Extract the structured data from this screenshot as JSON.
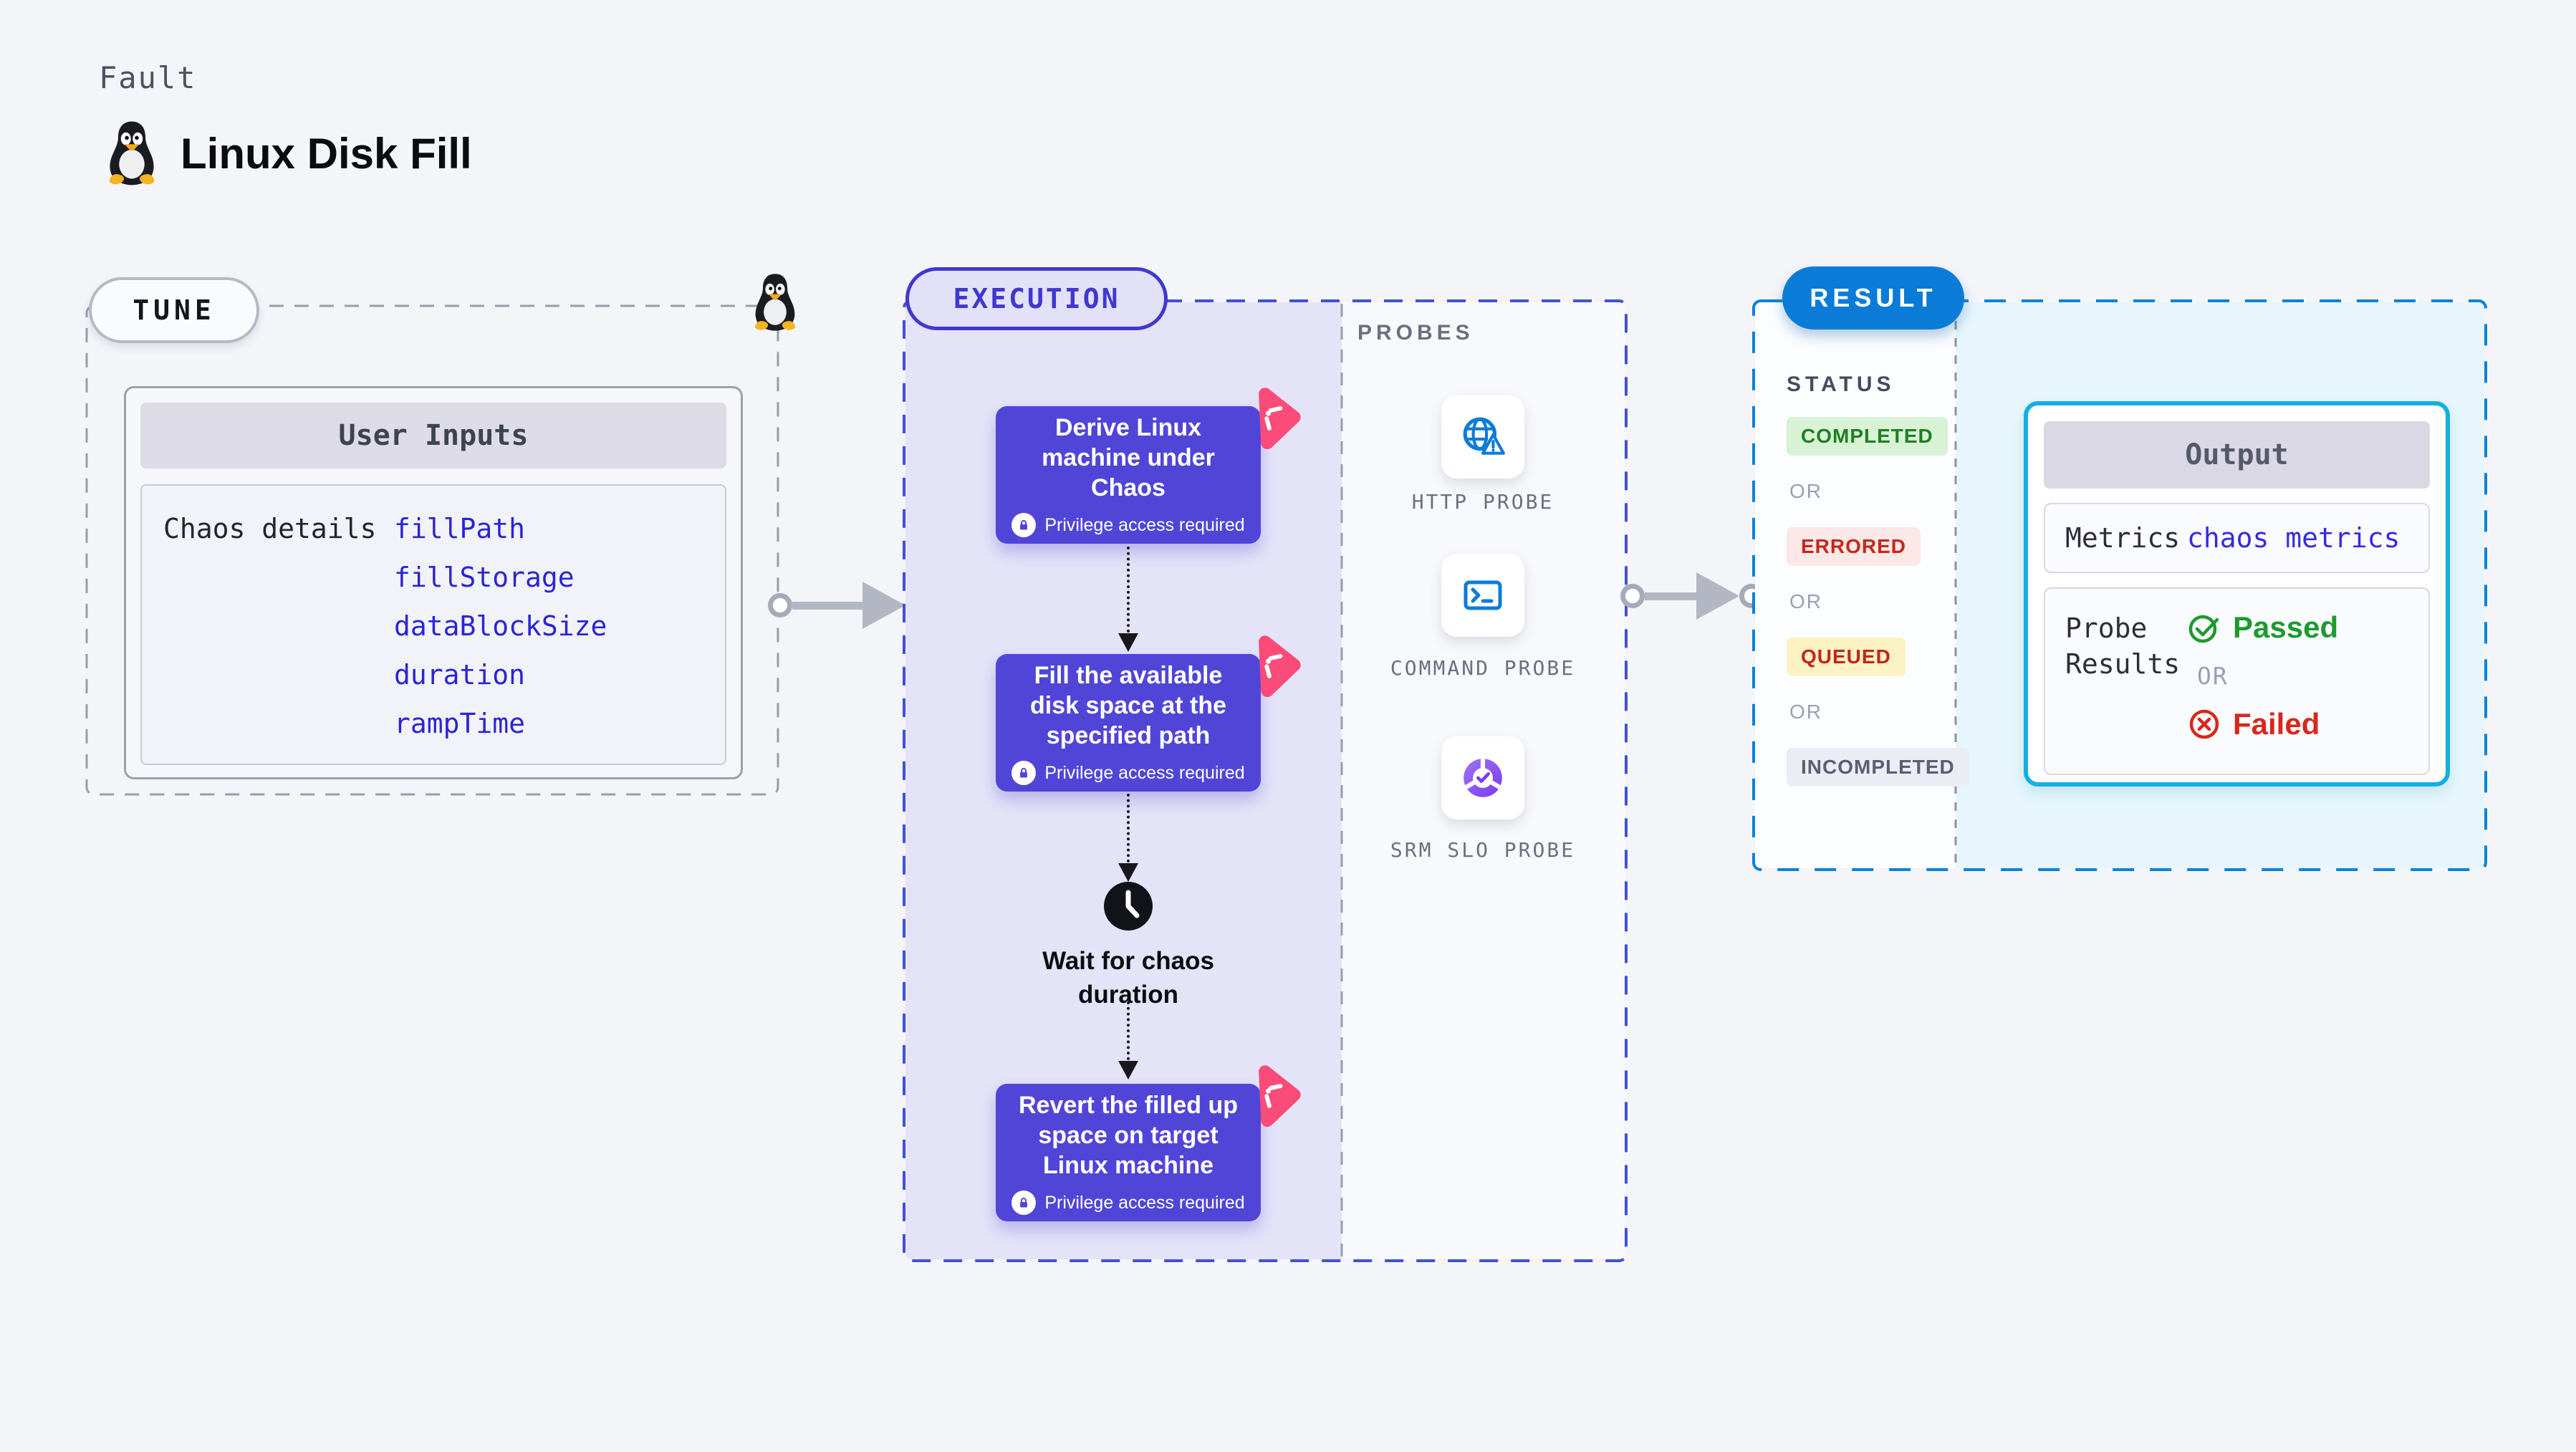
{
  "page": {
    "eyebrow": "Fault",
    "title": "Linux Disk Fill"
  },
  "tune": {
    "label": "TUNE",
    "card_header": "User Inputs",
    "row_label": "Chaos details",
    "inputs": [
      "fillPath",
      "fillStorage",
      "dataBlockSize",
      "duration",
      "rampTime"
    ]
  },
  "execution": {
    "label": "EXECUTION",
    "steps": [
      {
        "title": "Derive Linux machine under Chaos",
        "badge": "Privilege access required"
      },
      {
        "title": "Fill the available disk space at the specified path",
        "badge": "Privilege access required"
      },
      {
        "title": "Revert the filled up space on target Linux machine",
        "badge": "Privilege access required"
      }
    ],
    "wait_label": "Wait for chaos duration"
  },
  "probes": {
    "label": "PROBES",
    "items": [
      {
        "name": "HTTP PROBE",
        "icon": "http-probe-icon"
      },
      {
        "name": "COMMAND PROBE",
        "icon": "command-probe-icon"
      },
      {
        "name": "SRM SLO PROBE",
        "icon": "srm-slo-probe-icon"
      }
    ]
  },
  "result": {
    "label": "RESULT",
    "status_label": "STATUS",
    "or_label": "OR",
    "statuses": [
      {
        "text": "COMPLETED",
        "type": "completed"
      },
      {
        "text": "ERRORED",
        "type": "errored"
      },
      {
        "text": "QUEUED",
        "type": "queued"
      },
      {
        "text": "INCOMPLETED",
        "type": "incompleted"
      }
    ],
    "output": {
      "header": "Output",
      "metrics_label": "Metrics",
      "metrics_value": "chaos metrics",
      "probe_results_label": "Probe Results",
      "passed": "Passed",
      "or_label": "OR",
      "failed": "Failed"
    }
  },
  "icons": [
    "tux-icon",
    "chaos-icon",
    "lock-icon",
    "clock-icon",
    "http-probe-icon",
    "command-probe-icon",
    "srm-slo-probe-icon",
    "check-circle-icon",
    "x-circle-icon"
  ],
  "colors": {
    "page_bg": "#f4f5f9",
    "step_purple": "#5145d8",
    "execution_lavender": "#e4e3f8",
    "execution_border": "#4450d6",
    "result_blue": "#0a7cd7",
    "result_border": "#0a82d8",
    "output_border": "#14afe2",
    "output_bg": "#e7f6fd",
    "input_link_blue": "#2b24d6",
    "chaos_pink": "#fb4b78",
    "probe_blue": "#0d7bd8",
    "srm_purple": "#7a3bf0",
    "passed_green": "#1d9a2e",
    "failed_red": "#d6281c",
    "completed_green": "#1d8024",
    "errored_red": "#c5271b",
    "queued_text": "#c2251c",
    "incompleted_grey": "#595e73"
  }
}
